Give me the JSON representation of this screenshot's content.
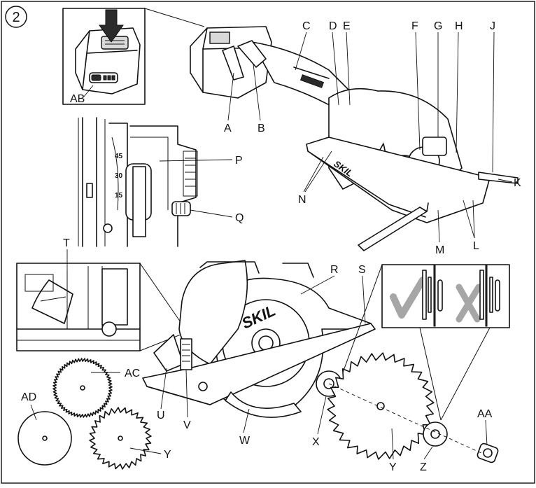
{
  "figure": {
    "number": "2",
    "brand": "SKIL",
    "scale_marks": [
      "45",
      "30",
      "15"
    ]
  },
  "labels": {
    "A": "A",
    "B": "B",
    "C": "C",
    "D": "D",
    "E": "E",
    "F": "F",
    "G": "G",
    "H": "H",
    "J": "J",
    "K": "K",
    "L": "L",
    "M": "M",
    "N": "N",
    "P": "P",
    "Q": "Q",
    "R": "R",
    "S": "S",
    "T": "T",
    "U": "U",
    "V": "V",
    "W": "W",
    "X": "X",
    "Y1": "Y",
    "Y2": "Y",
    "Z": "Z",
    "AA": "AA",
    "AB": "AB",
    "AC": "AC",
    "AD": "AD"
  },
  "colors": {
    "ink": "#111111",
    "check_mark": "#a6a6a6",
    "cross_mark": "#a6a6a6",
    "arrow": "#2b2b2b"
  }
}
